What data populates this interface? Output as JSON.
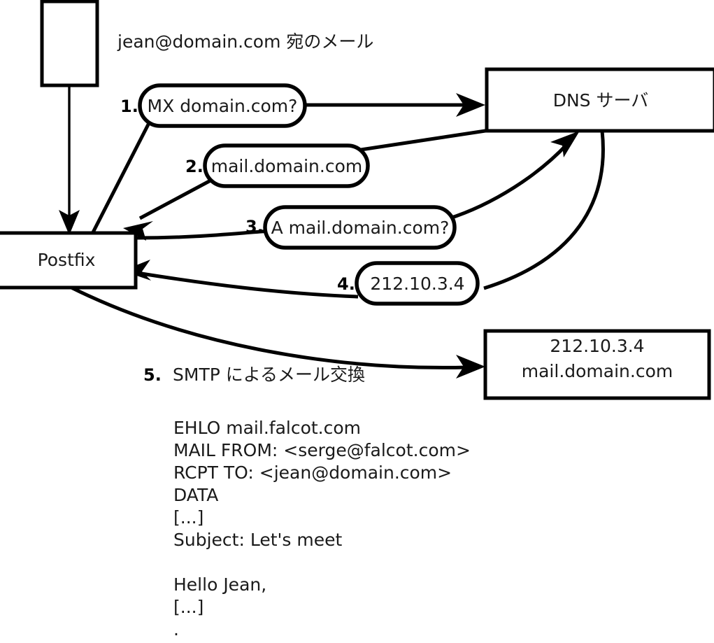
{
  "diagram": {
    "title_caption": "jean@domain.com 宛のメール",
    "nodes": [
      {
        "id": "client",
        "label": ""
      },
      {
        "id": "postfix",
        "label": "Postfix"
      },
      {
        "id": "dns",
        "label": "DNS サーバ"
      },
      {
        "id": "mailhost",
        "label_line1": "212.10.3.4",
        "label_line2": "mail.domain.com"
      }
    ],
    "steps": [
      {
        "number": "1.",
        "label": "MX domain.com?"
      },
      {
        "number": "2.",
        "label": "mail.domain.com"
      },
      {
        "number": "3.",
        "label": "A mail.domain.com?"
      },
      {
        "number": "4.",
        "label": "212.10.3.4"
      },
      {
        "number": "5.",
        "label": "SMTP によるメール交換"
      }
    ],
    "smtp_transcript": [
      "EHLO mail.falcot.com",
      "MAIL FROM: <serge@falcot.com>",
      "RCPT TO: <jean@domain.com>",
      "DATA",
      "[...]",
      "Subject: Let's meet",
      "",
      "Hello Jean,",
      "[...]",
      "."
    ],
    "colors": {
      "stroke": "#000000",
      "fill": "#ffffff",
      "text": "#1a1a1a"
    }
  }
}
